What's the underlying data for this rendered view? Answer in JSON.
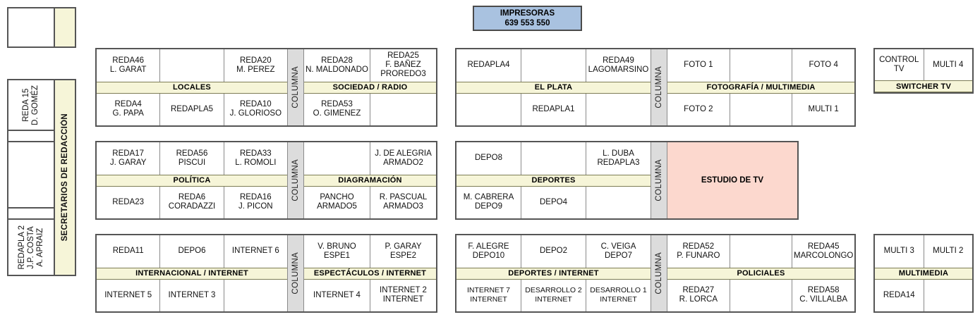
{
  "printers": {
    "title": "IMPRESORAS",
    "codes": "639  553  550"
  },
  "colors": {
    "band_yellow": "#f6f5d8",
    "columna_gray": "#dcdcdc",
    "printers_blue": "#a9c2e0",
    "studio_pink": "#fcd8ce",
    "border": "#555555"
  },
  "columna_label": "COLUMNA",
  "sidebar": {
    "band_label": "SECRETARIOS DE REDACCIÓN",
    "top_box_cells": [
      ""
    ],
    "cells": [
      "REDA 15\nD. GOMÉZ",
      "",
      "",
      "",
      "REDAPLA 2\nJ.P. COSTA\nA. APRAIZ"
    ]
  },
  "groups": [
    {
      "id": "locales-sociedad",
      "left": {
        "band": "LOCALES",
        "top": [
          "REDA46\nL. GARAT",
          "",
          "REDA20\nM. PEREZ"
        ],
        "bottom": [
          "REDA4\nG. PAPA",
          "REDAPLA5",
          "REDA10\nJ. GLORIOSO"
        ]
      },
      "right": {
        "band": "SOCIEDAD / RADIO",
        "top": [
          "REDA28\nN. MALDONADO",
          "REDA25\nF. BAÑEZ\nPROREDO3"
        ],
        "bottom": [
          "REDA53\nO. GIMENEZ",
          ""
        ]
      }
    },
    {
      "id": "elplata-fotografia",
      "left": {
        "band": "EL PLATA",
        "top": [
          "REDAPLA4",
          "",
          "REDA49\nLAGOMARSINO"
        ],
        "bottom": [
          "",
          "REDAPLA1",
          ""
        ]
      },
      "right": {
        "band": "FOTOGRAFÍA / MULTIMEDIA",
        "top": [
          "FOTO 1",
          "",
          "FOTO 4"
        ],
        "bottom": [
          "FOTO 2",
          "",
          "MULTI 1"
        ]
      }
    },
    {
      "id": "politica-diagramacion",
      "left": {
        "band": "POLÍTICA",
        "top": [
          "REDA17\nJ. GARAY",
          "REDA56\nPISCUI",
          "REDA33\nL. ROMOLI"
        ],
        "bottom": [
          "REDA23",
          "REDA6\nCORADAZZI",
          "REDA16\nJ. PICON"
        ]
      },
      "right": {
        "band": "DIAGRAMACIÓN",
        "top": [
          "",
          "J. DE ALEGRIA\nARMADO2"
        ],
        "bottom": [
          "PANCHO\nARMADO5",
          "R. PASCUAL\nARMADO3"
        ]
      }
    },
    {
      "id": "deportes-estudio",
      "left": {
        "band": "DEPORTES",
        "top": [
          "DEPO8",
          "",
          "L. DUBA\nREDAPLA3"
        ],
        "bottom": [
          "M. CABRERA\nDEPO9",
          "DEPO4",
          ""
        ]
      },
      "right": {
        "studio_label": "ESTUDIO DE TV"
      }
    },
    {
      "id": "internacional-espectaculos",
      "left": {
        "band": "INTERNACIONAL / INTERNET",
        "top": [
          "REDA11",
          "DEPO6",
          "INTERNET 6"
        ],
        "bottom": [
          "INTERNET 5",
          "INTERNET 3",
          ""
        ]
      },
      "right": {
        "band": "ESPECTÁCULOS / INTERNET",
        "top": [
          "V. BRUNO\nESPE1",
          "P. GARAY\nESPE2"
        ],
        "bottom": [
          "INTERNET 4",
          "INTERNET 2\nINTERNET"
        ]
      }
    },
    {
      "id": "deportes-internet-policiales",
      "left": {
        "band": "DEPORTES / INTERNET",
        "top": [
          "F. ALEGRE\nDEPO10",
          "DEPO2",
          "C. VEIGA\nDEPO7"
        ],
        "bottom": [
          "INTERNET 7\nINTERNET",
          "DESARROLLO 2\nINTERNET",
          "DESARROLLO 1\nINTERNET"
        ]
      },
      "right": {
        "band": "POLICIALES",
        "top": [
          "REDA52\nP. FUNARO",
          "",
          "REDA45\nMARCOLONGO"
        ],
        "bottom": [
          "REDA27\nR. LORCA",
          "",
          "REDA58\nC. VILLALBA"
        ]
      }
    }
  ],
  "right_blocks": [
    {
      "id": "switcher-tv",
      "band": "SWITCHER TV",
      "top": [
        "CONTROL TV",
        "MULTI 4"
      ],
      "bottom": null
    },
    {
      "id": "multimedia",
      "band": "MULTIMEDIA",
      "top": [
        "MULTI 3",
        "MULTI 2"
      ],
      "bottom": [
        "REDA14",
        ""
      ]
    }
  ]
}
